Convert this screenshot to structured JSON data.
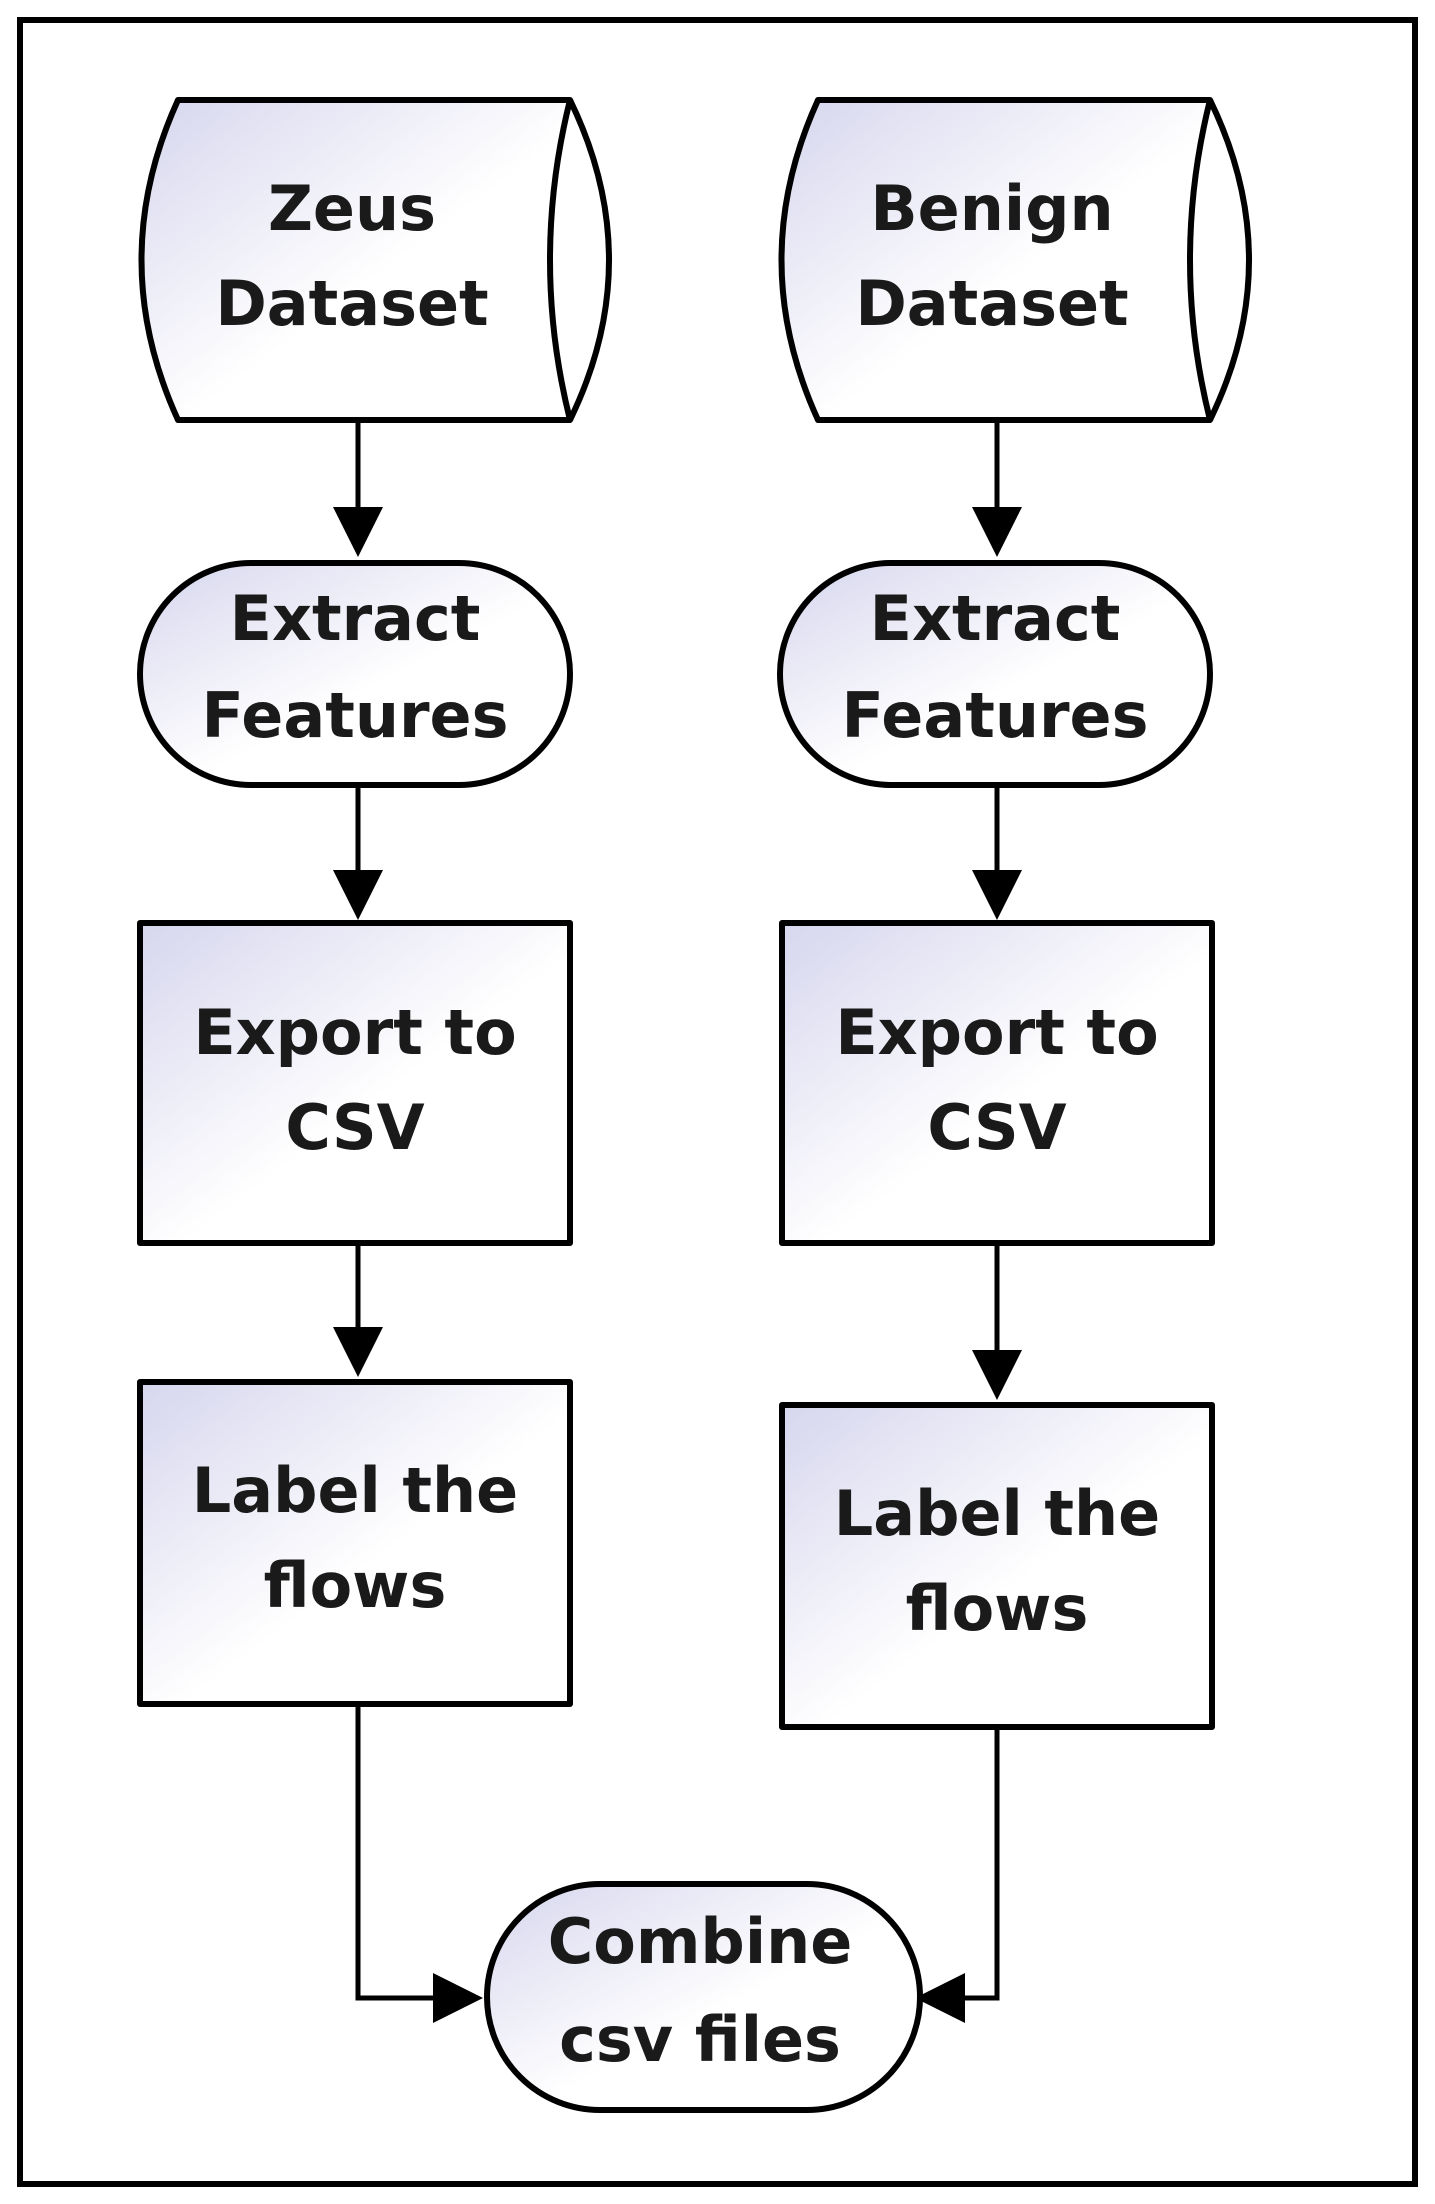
{
  "colors": {
    "border": "#000000",
    "node_fill_light": "#ffffff",
    "node_fill_tint": "#d6d6ee",
    "text": "#1a1a1a"
  },
  "nodes": {
    "zeus_dataset": {
      "shape": "stored-data",
      "line1": "Zeus",
      "line2": "Dataset"
    },
    "benign_dataset": {
      "shape": "stored-data",
      "line1": "Benign",
      "line2": "Dataset"
    },
    "zeus_extract": {
      "shape": "terminator",
      "line1": "Extract",
      "line2": "Features"
    },
    "benign_extract": {
      "shape": "terminator",
      "line1": "Extract",
      "line2": "Features"
    },
    "zeus_export": {
      "shape": "process",
      "line1": "Export to",
      "line2": "CSV"
    },
    "benign_export": {
      "shape": "process",
      "line1": "Export to",
      "line2": "CSV"
    },
    "zeus_label": {
      "shape": "process",
      "line1": "Label the",
      "line2": "flows"
    },
    "benign_label": {
      "shape": "process",
      "line1": "Label the",
      "line2": "flows"
    },
    "combine": {
      "shape": "terminator",
      "line1": "Combine",
      "line2": "csv files"
    }
  },
  "edges": [
    {
      "from": "zeus_dataset",
      "to": "zeus_extract"
    },
    {
      "from": "zeus_extract",
      "to": "zeus_export"
    },
    {
      "from": "zeus_export",
      "to": "zeus_label"
    },
    {
      "from": "zeus_label",
      "to": "combine"
    },
    {
      "from": "benign_dataset",
      "to": "benign_extract"
    },
    {
      "from": "benign_extract",
      "to": "benign_export"
    },
    {
      "from": "benign_export",
      "to": "benign_label"
    },
    {
      "from": "benign_label",
      "to": "combine"
    }
  ]
}
